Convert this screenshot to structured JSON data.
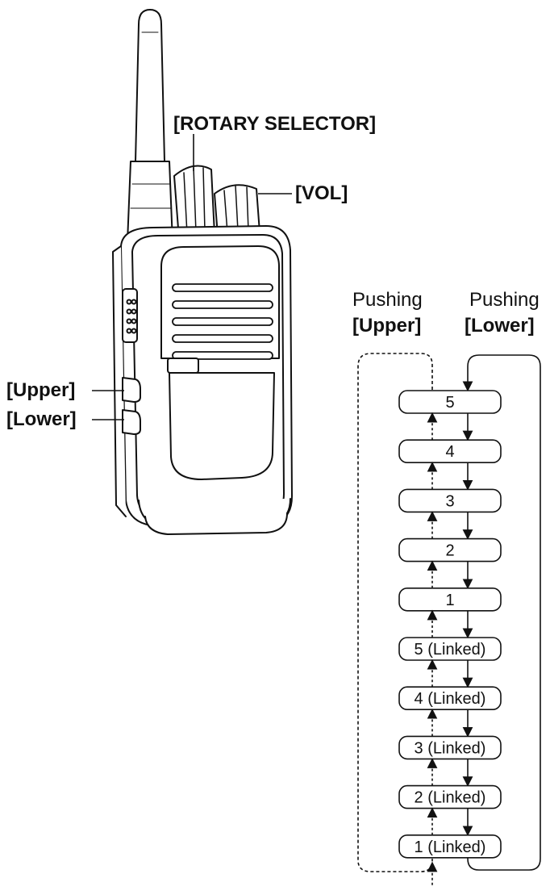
{
  "labels": {
    "rotary_selector": "[ROTARY SELECTOR]",
    "vol": "[VOL]",
    "upper": "[Upper]",
    "lower": "[Lower]"
  },
  "flow": {
    "upper_heading_line1": "Pushing",
    "upper_heading_line2": "[Upper]",
    "lower_heading_line1": "Pushing",
    "lower_heading_line2": "[Lower]",
    "steps": [
      "5",
      "4",
      "3",
      "2",
      "1",
      "5 (Linked)",
      "4 (Linked)",
      "3 (Linked)",
      "2 (Linked)",
      "1 (Linked)"
    ]
  },
  "colors": {
    "ink": "#111111",
    "paper": "#ffffff",
    "shade": "#dddddd"
  }
}
